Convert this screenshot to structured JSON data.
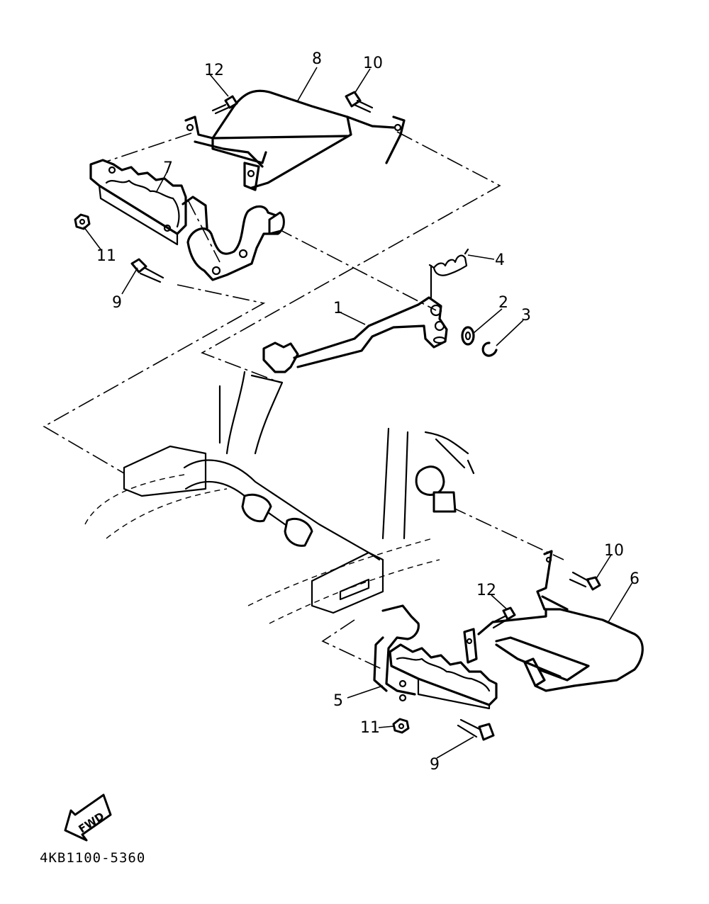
{
  "callouts": {
    "c1": "1",
    "c2": "2",
    "c3": "3",
    "c4": "4",
    "c5": "5",
    "c6": "6",
    "c7": "7",
    "c8": "8",
    "c9a": "9",
    "c9b": "9",
    "c10a": "10",
    "c10b": "10",
    "c11a": "11",
    "c11b": "11",
    "c12a": "12",
    "c12b": "12"
  },
  "fwd_label": "FWD",
  "diagram_code": "4KB1100-5360"
}
